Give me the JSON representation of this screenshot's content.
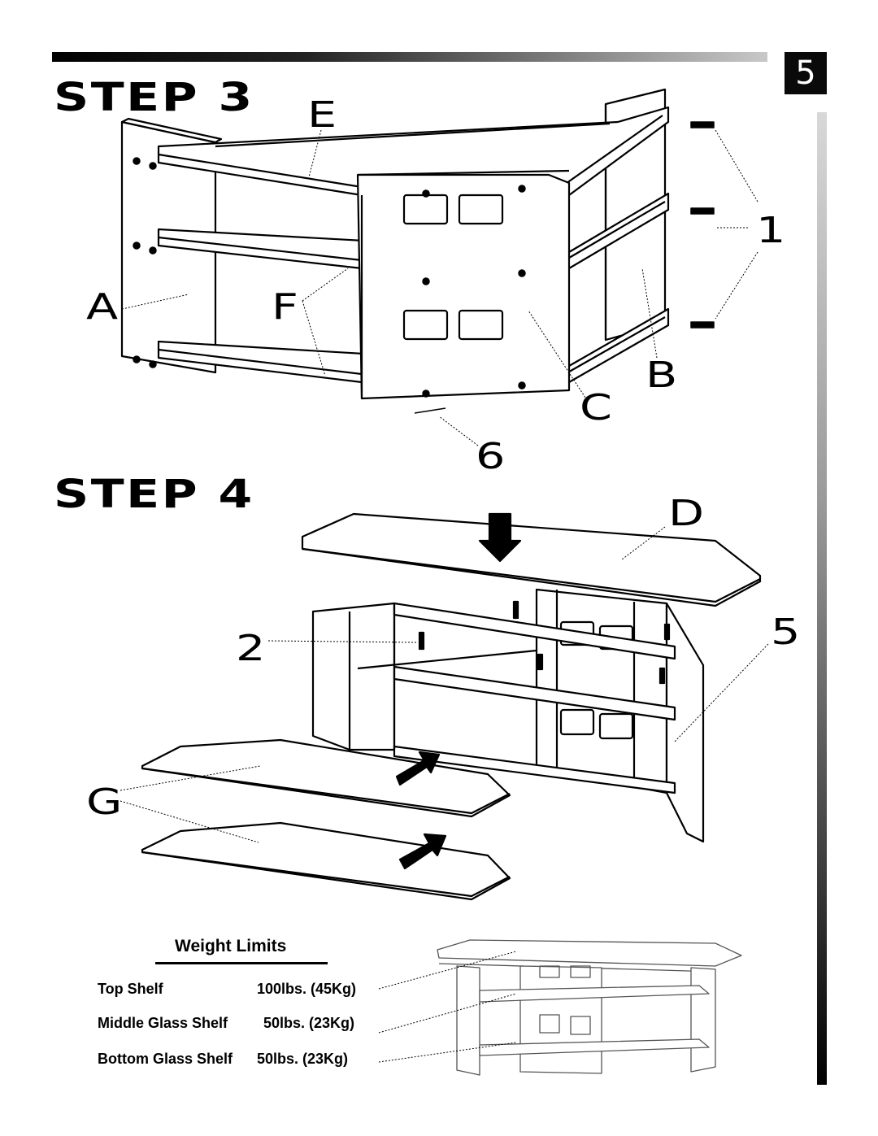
{
  "page_number": "5",
  "steps": [
    {
      "title": "STEP 3"
    },
    {
      "title": "STEP 4"
    }
  ],
  "callouts_step3": {
    "A": "A",
    "B": "B",
    "C": "C",
    "E": "E",
    "F": "F",
    "one": "1",
    "six": "6"
  },
  "callouts_step4": {
    "D": "D",
    "G": "G",
    "two": "2",
    "five": "5"
  },
  "weight_limits": {
    "title": "Weight Limits",
    "rows": [
      {
        "shelf": "Top Shelf",
        "limit": "100lbs.  (45Kg)"
      },
      {
        "shelf": "Middle Glass Shelf",
        "limit": "50lbs.  (23Kg)"
      },
      {
        "shelf": "Bottom Glass Shelf",
        "limit": "50lbs.  (23Kg)"
      }
    ]
  }
}
